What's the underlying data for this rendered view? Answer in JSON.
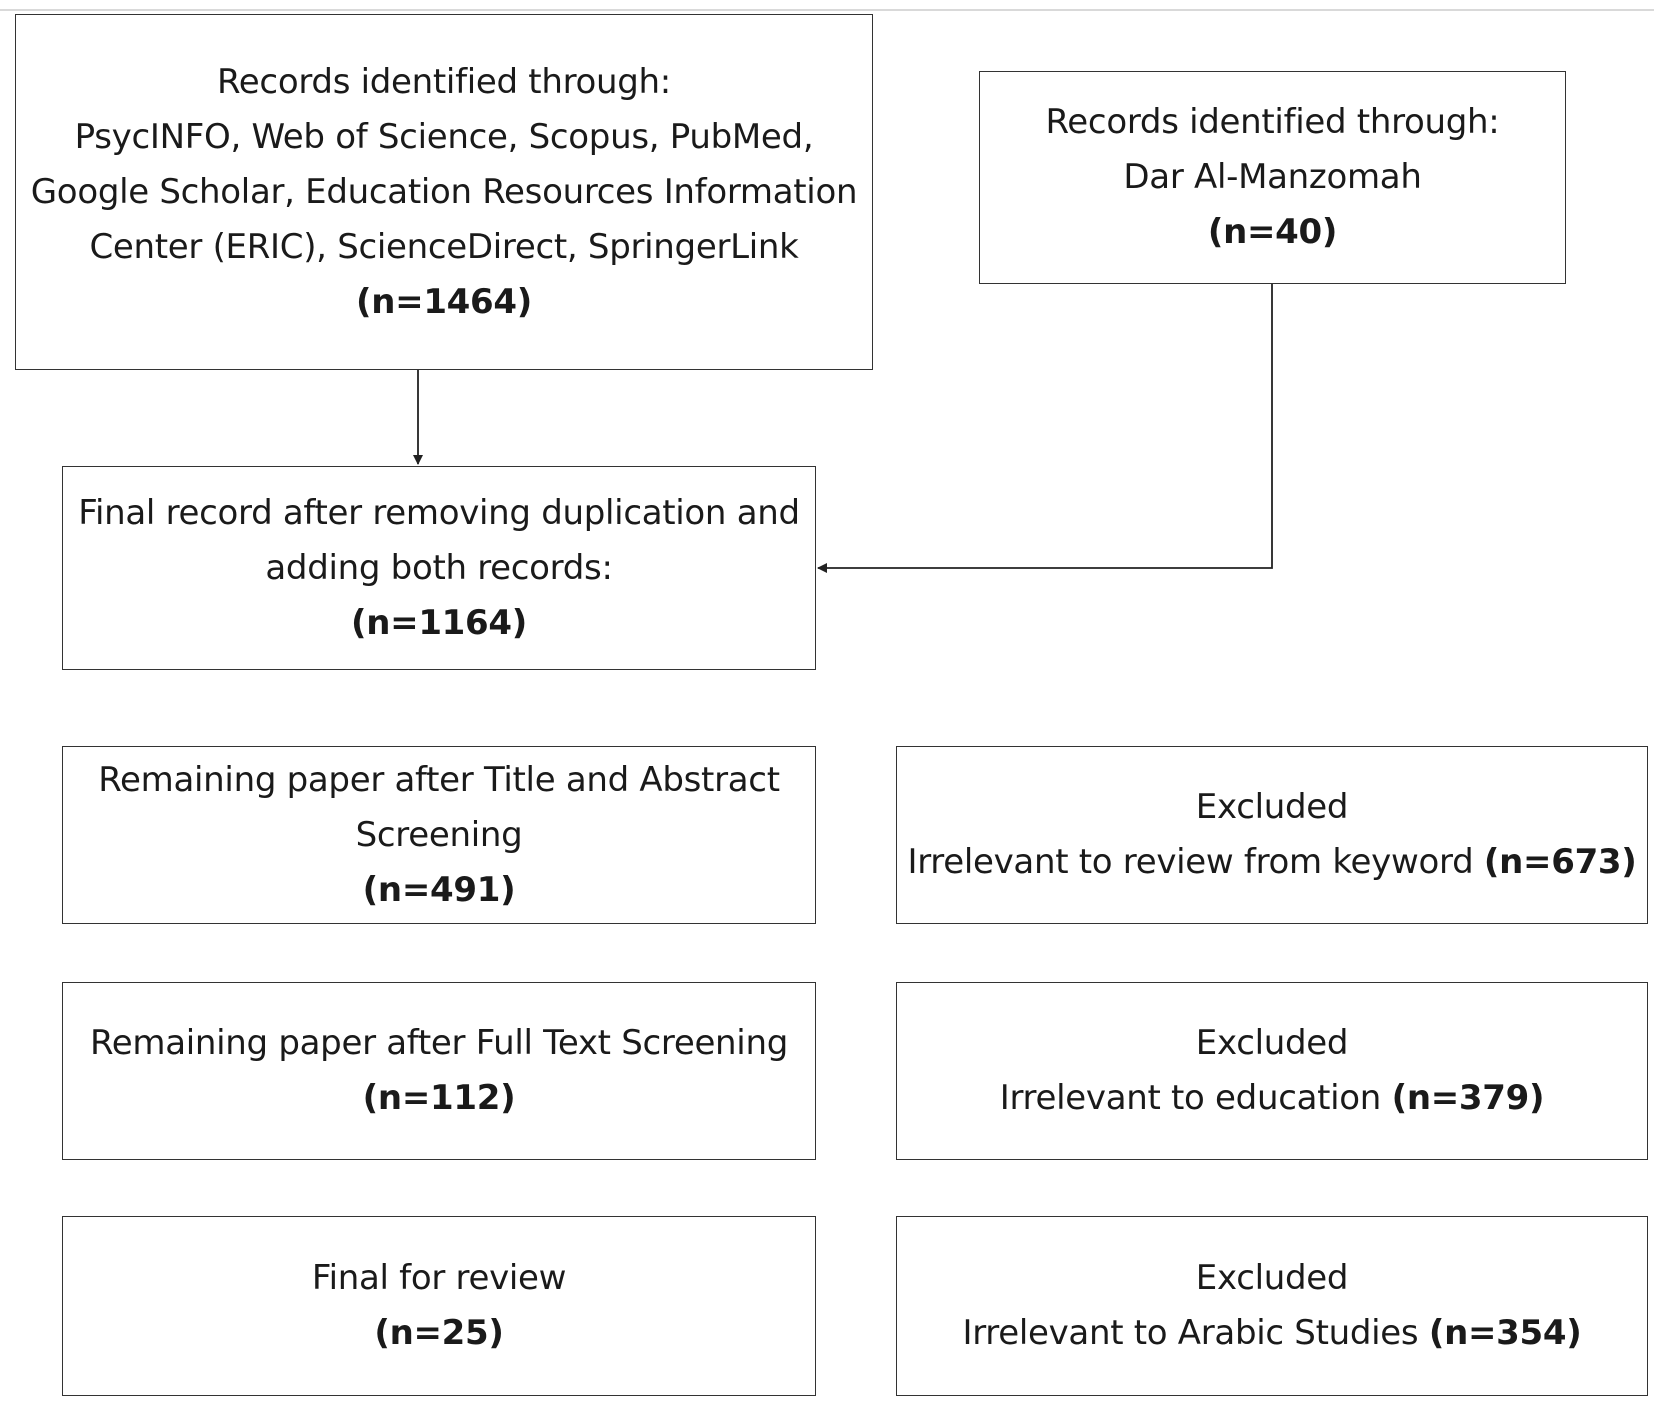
{
  "nodes": {
    "db_records": {
      "lines": [
        "Records identified through:",
        "PsycINFO, Web of Science, Scopus, PubMed,",
        "Google Scholar, Education Resources Information",
        "Center (ERIC), ScienceDirect, SpringerLink"
      ],
      "count": "(n=1464)"
    },
    "dar_records": {
      "lines": [
        "Records identified through:",
        "Dar Al-Manzomah"
      ],
      "count": "(n=40)"
    },
    "final_record": {
      "lines": [
        "Final record after removing duplication and",
        "adding both records:"
      ],
      "count": "(n=1164)"
    },
    "title_abstract": {
      "lines": [
        "Remaining paper after Title and Abstract",
        "Screening"
      ],
      "count": "(n=491)"
    },
    "excluded_keyword": {
      "title": "Excluded",
      "reason": "Irrelevant to review from keyword",
      "count": "(n=673)"
    },
    "full_text": {
      "lines": [
        "Remaining paper after Full Text Screening"
      ],
      "count": "(n=112)"
    },
    "excluded_education": {
      "title": "Excluded",
      "reason": "Irrelevant to education",
      "count": "(n=379)"
    },
    "final_review": {
      "lines": [
        "Final for review"
      ],
      "count": "(n=25)"
    },
    "excluded_arabic": {
      "title": "Excluded",
      "reason": "Irrelevant to Arabic Studies",
      "count": "(n=354)"
    }
  }
}
